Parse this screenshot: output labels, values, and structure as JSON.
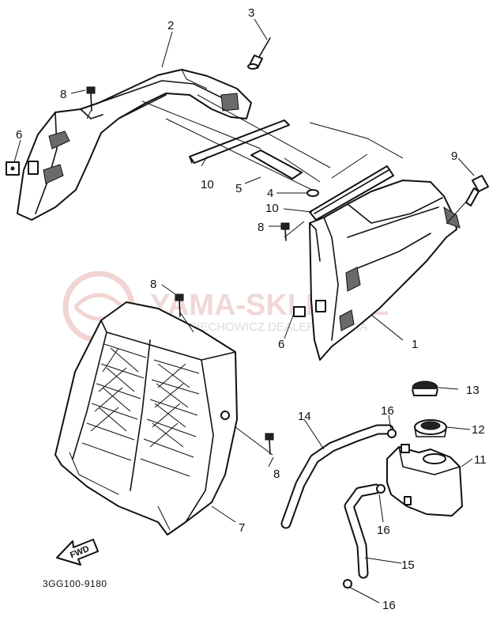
{
  "watermark": {
    "brand": "YAMA-SKLEP.PL",
    "subtitle": "WOJCIECHOWICZ DEALER YAMAHA"
  },
  "callouts": [
    {
      "id": "c1",
      "label": "1"
    },
    {
      "id": "c2",
      "label": "2"
    },
    {
      "id": "c3",
      "label": "3"
    },
    {
      "id": "c4",
      "label": "4"
    },
    {
      "id": "c5",
      "label": "5"
    },
    {
      "id": "c6a",
      "label": "6"
    },
    {
      "id": "c6b",
      "label": "6"
    },
    {
      "id": "c7",
      "label": "7"
    },
    {
      "id": "c8a",
      "label": "8"
    },
    {
      "id": "c8b",
      "label": "8"
    },
    {
      "id": "c8c",
      "label": "8"
    },
    {
      "id": "c8d",
      "label": "8"
    },
    {
      "id": "c9",
      "label": "9"
    },
    {
      "id": "c10a",
      "label": "10"
    },
    {
      "id": "c10b",
      "label": "10"
    },
    {
      "id": "c11",
      "label": "11"
    },
    {
      "id": "c12",
      "label": "12"
    },
    {
      "id": "c13",
      "label": "13"
    },
    {
      "id": "c14",
      "label": "14"
    },
    {
      "id": "c15",
      "label": "15"
    },
    {
      "id": "c16a",
      "label": "16"
    },
    {
      "id": "c16b",
      "label": "16"
    },
    {
      "id": "c16c",
      "label": "16"
    }
  ],
  "direction_arrow": "FWD",
  "diagram_code": "3GG100-9180"
}
